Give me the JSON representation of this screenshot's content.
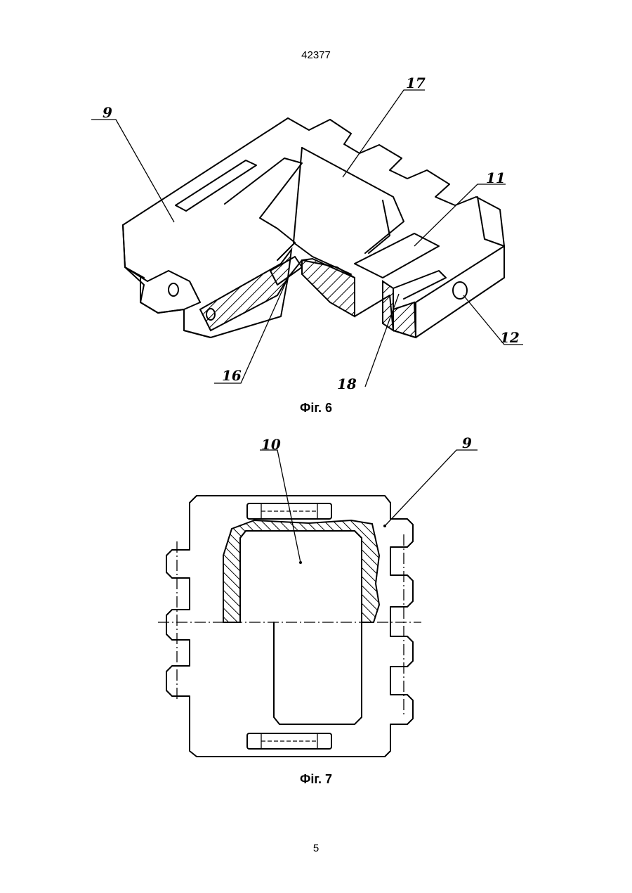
{
  "header": {
    "patent_number": "42377"
  },
  "figures": [
    {
      "caption": "Фіг. 6",
      "labels": [
        "9",
        "17",
        "11",
        "12",
        "18",
        "16"
      ]
    },
    {
      "caption": "Фіг. 7",
      "labels": [
        "10",
        "9"
      ]
    }
  ],
  "footer": {
    "page_number": "5"
  }
}
